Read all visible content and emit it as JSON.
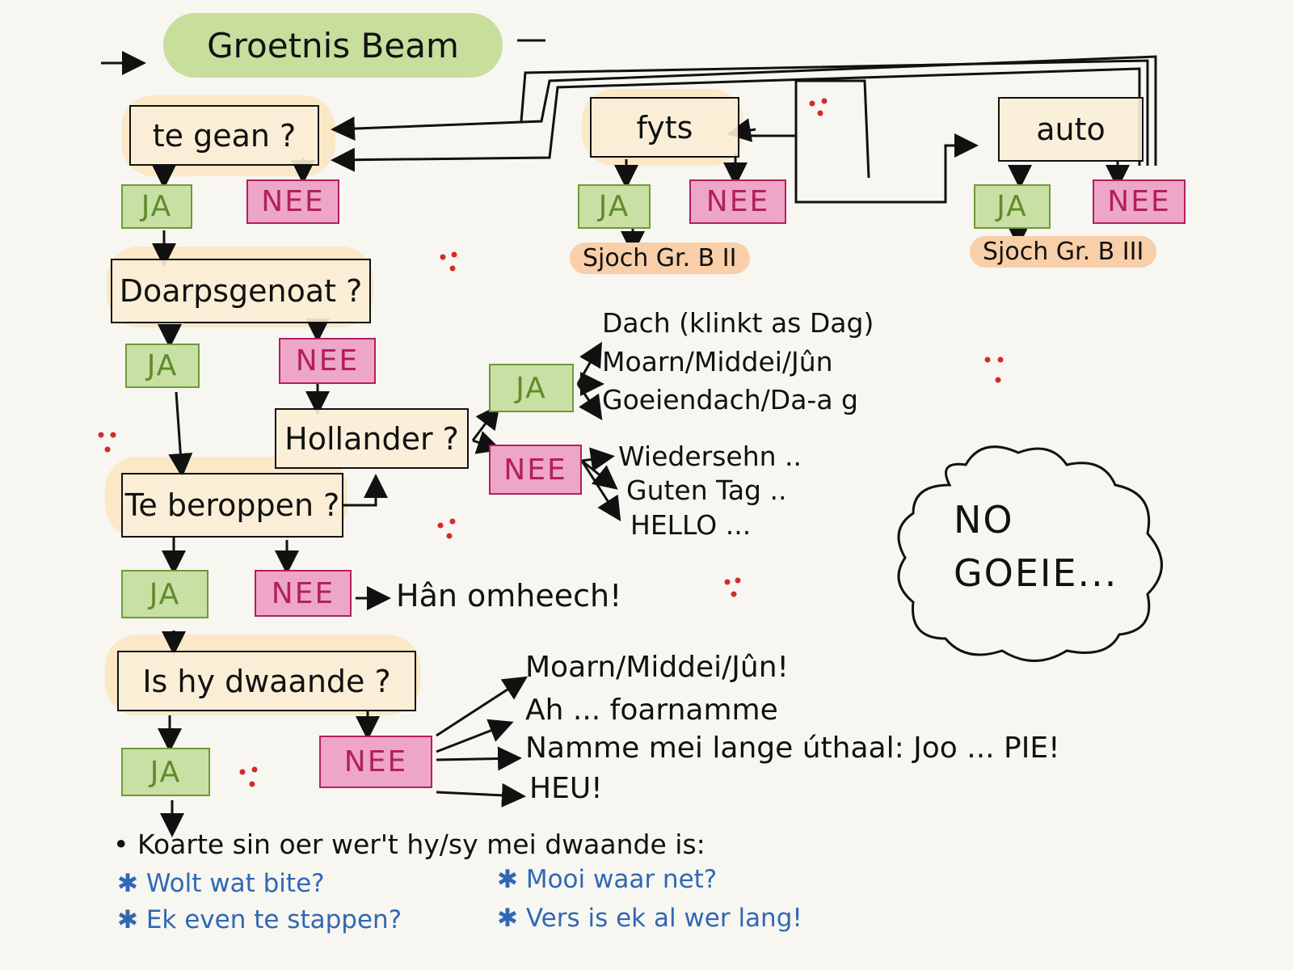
{
  "title": "Groetnis Beam",
  "questions": {
    "te_gean": "te gean ?",
    "fyts": "fyts",
    "auto": "auto",
    "doarpsgenoat": "Doarpsgenoat ?",
    "hollander": "Hollander ?",
    "teberoppen": "Te beroppen ?",
    "is_hy_dwaande": "Is hy dwaande ?"
  },
  "answers": {
    "ja": "JA",
    "nee": "NEE"
  },
  "references": {
    "gr_b2": "Sjoch Gr. B II",
    "gr_b3": "Sjoch Gr. B III"
  },
  "hollander_ja_greetings": [
    "Dach (klinkt as Dag)",
    "Moarn/Middei/Jûn",
    "Goeiendach/Da-a g"
  ],
  "hollander_nee_greetings": [
    "Wiedersehn ..",
    "Guten Tag ..",
    "HELLO ..."
  ],
  "teberoppen_nee_action": "Hân omheech!",
  "dwaande_nee_greetings": [
    "Moarn/Middei/Jûn!",
    "Ah ... foarnamme",
    "Namme mei lange úthaal: Joo ... PIE!",
    "HEU!"
  ],
  "cloud": [
    "NO",
    "GOEIE..."
  ],
  "small_talk_intro": "Koarte sin oer wer't hy/sy mei dwaande is:",
  "small_talk": [
    "Wolt wat bite?",
    "Ek even te stappen?",
    "Mooi waar net?",
    "Vers is ek al wer lang!"
  ],
  "colors": {
    "ja": "#c6dea0",
    "nee": "#ec9cc2",
    "question": "#fbe8c6",
    "reference": "#f8cfa8",
    "ink": "#111111",
    "blue_ink": "#3068b4",
    "red_dots": "#d32a2a"
  }
}
